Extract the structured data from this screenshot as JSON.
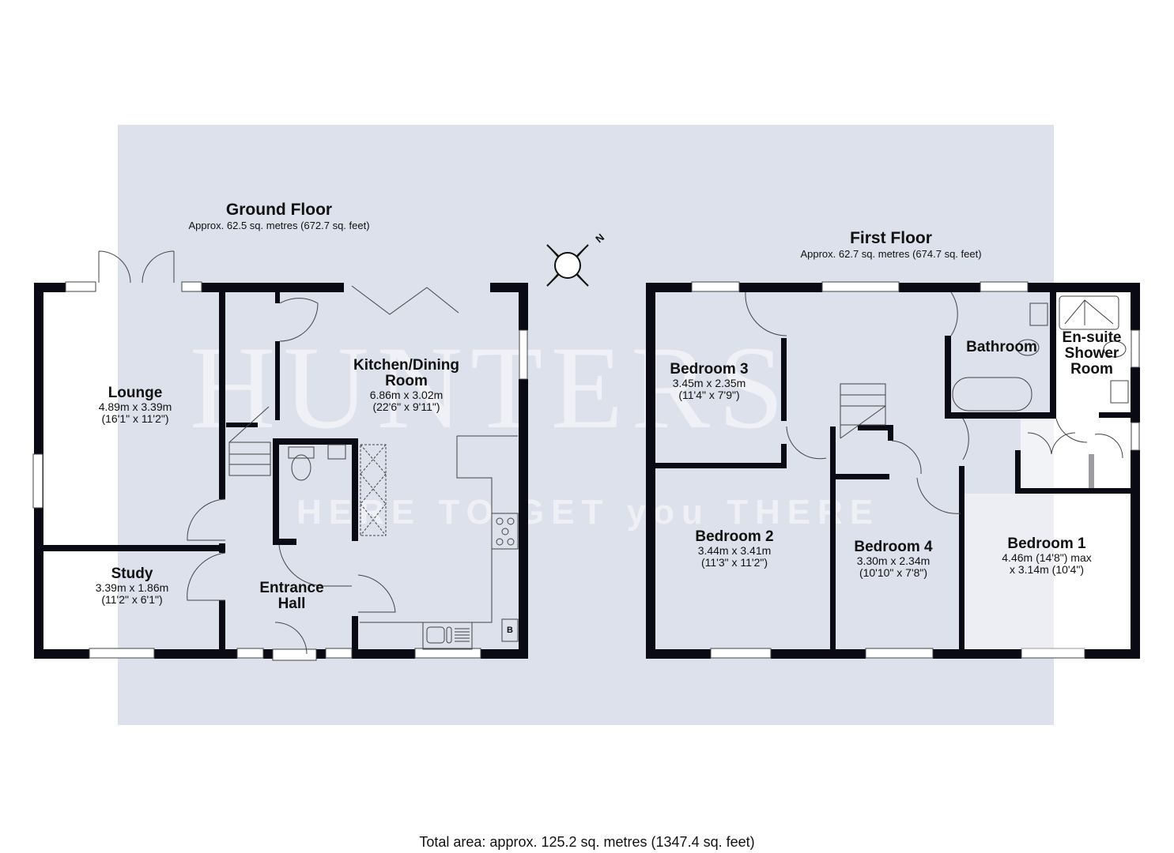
{
  "ground_floor": {
    "title": "Ground Floor",
    "area": "Approx. 62.5 sq. metres (672.7 sq. feet)",
    "rooms": [
      {
        "name": "Lounge",
        "dim1": "4.89m x 3.39m",
        "dim2": "(16'1\" x 11'2\")"
      },
      {
        "name": "Study",
        "dim1": "3.39m x 1.86m",
        "dim2": "(11'2\" x 6'1\")"
      },
      {
        "name": "Entrance",
        "name2": "Hall"
      },
      {
        "name": "Kitchen/Dining",
        "name2": "Room",
        "dim1": "6.86m x 3.02m",
        "dim2": "(22'6\" x 9'11\")"
      }
    ],
    "boiler_label": "B"
  },
  "first_floor": {
    "title": "First Floor",
    "area": "Approx. 62.7 sq. metres (674.7 sq. feet)",
    "rooms": [
      {
        "name": "Bedroom 3",
        "dim1": "3.45m x 2.35m",
        "dim2": "(11'4\" x 7'9\")"
      },
      {
        "name": "Bedroom 2",
        "dim1": "3.44m x 3.41m",
        "dim2": "(11'3\" x 11'2\")"
      },
      {
        "name": "Bedroom 4",
        "dim1": "3.30m x 2.34m",
        "dim2": "(10'10\" x 7'8\")"
      },
      {
        "name": "Bedroom 1",
        "dim1": "4.46m (14'8\") max",
        "dim2": "x 3.14m (10'4\")"
      },
      {
        "name": "Bathroom"
      },
      {
        "name": "En-suite",
        "name2": "Shower",
        "name3": "Room"
      }
    ]
  },
  "compass": {
    "label": "N",
    "icon": "compass-icon"
  },
  "watermark": {
    "brand": "HUNTERS",
    "tagline": "HERE TO GET you THERE"
  },
  "total_area": "Total area: approx. 125.2 sq. metres (1347.4 sq. feet)",
  "colors": {
    "panel": "#dde1eb",
    "wall": "#0a0a14",
    "fixture": "#555555"
  }
}
